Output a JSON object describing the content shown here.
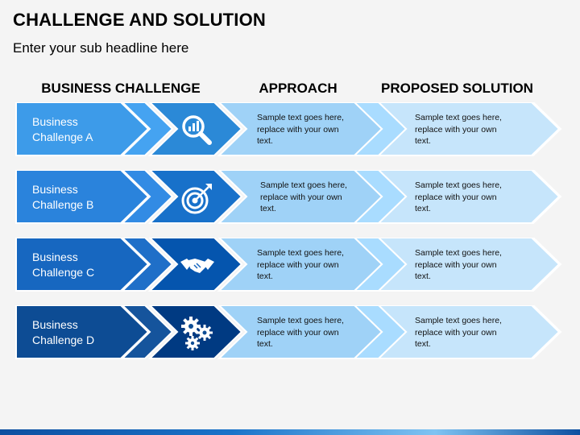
{
  "page": {
    "title": "CHALLENGE AND SOLUTION",
    "subtitle": "Enter your sub headline here"
  },
  "headers": {
    "challenge": "BUSINESS CHALLENGE",
    "approach": "APPROACH",
    "solution": "PROPOSED SOLUTION"
  },
  "rows": [
    {
      "label_line1": "Business",
      "label_line2": "Challenge A",
      "icon": "magnifier-chart-icon",
      "color": "#3d9be9",
      "approach": [
        "Sample text goes here,",
        "replace with your own",
        "text."
      ],
      "solution": [
        "Sample text goes here,",
        "replace with your own",
        "text."
      ]
    },
    {
      "label_line1": "Business",
      "label_line2": "Challenge B",
      "icon": "target-arrow-icon",
      "color": "#2a83dc",
      "approach": [
        "Sample text goes here,",
        "replace with your own",
        "text."
      ],
      "solution": [
        "Sample text goes here,",
        "replace with your own",
        "text."
      ]
    },
    {
      "label_line1": "Business",
      "label_line2": "Challenge C",
      "icon": "handshake-icon",
      "color": "#1767c0",
      "approach": [
        "Sample text goes here,",
        "replace with your own",
        "text."
      ],
      "solution": [
        "Sample text goes here,",
        "replace with your own",
        "text."
      ]
    },
    {
      "label_line1": "Business",
      "label_line2": "Challenge D",
      "icon": "gears-icon",
      "color": "#0d4c94",
      "approach": [
        "Sample text goes here,",
        "replace with your own",
        "text."
      ],
      "solution": [
        "Sample text goes here,",
        "replace with your own",
        "text."
      ]
    }
  ],
  "colors": {
    "approach_fill": "#9fd2f7",
    "solution_fill": "#c6e5fb",
    "chevron_pale": "#d7edfc"
  }
}
